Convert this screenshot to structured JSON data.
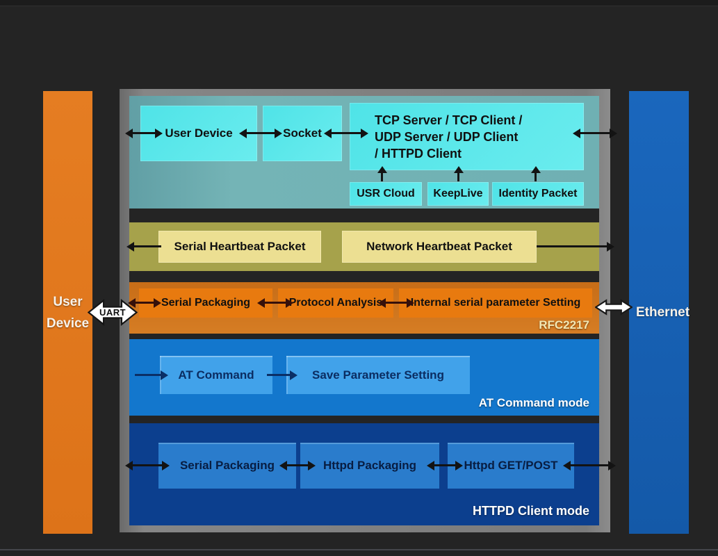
{
  "left_bar": {
    "line1": "User",
    "line2": "Device"
  },
  "right_bar": {
    "label": "Ethernet"
  },
  "uart": {
    "label": "UART"
  },
  "socket_layer": {
    "user_device": "User Device",
    "socket": "Socket",
    "tcp_line1": "TCP Server / TCP Client /",
    "tcp_line2": "UDP Server / UDP Client",
    "tcp_line3": "/ HTTPD Client",
    "usr_cloud": "USR Cloud",
    "keeplive": "KeepLive",
    "identity_packet": "Identity Packet"
  },
  "heartbeat_layer": {
    "serial": "Serial Heartbeat Packet",
    "network": "Network Heartbeat Packet"
  },
  "rfc_layer": {
    "serial_packaging": "Serial Packaging",
    "protocol_analysis": "Protocol Analysis",
    "internal_setting": "Internal serial parameter Setting",
    "mode_label": "RFC2217"
  },
  "at_layer": {
    "at_command": "AT Command",
    "save_setting": "Save Parameter Setting",
    "mode_label": "AT Command mode"
  },
  "httpd_layer": {
    "serial_packaging": "Serial Packaging",
    "httpd_packaging": "Httpd Packaging",
    "httpd_getpost": "Httpd GET/POST",
    "mode_label": "HTTPD Client mode"
  },
  "colors": {
    "background": "#242424",
    "frame_gray": "#7d7d7d",
    "left_bar_orange": "#e0771e",
    "right_bar_blue": "#1560b4",
    "socket_band_teal": "#6fb0b3",
    "socket_box_cyan": "#59e6e9",
    "heartbeat_band_olive": "#a6a24b",
    "heartbeat_box_yellow": "#ecdf92",
    "rfc_band_orange": "#cf7a22",
    "rfc_box_orange": "#e87a0f",
    "at_band_blue": "#1377cd",
    "at_box_blue": "#41a2ea",
    "httpd_band_navy": "#0c3f8e",
    "httpd_box_blue": "#2a7ccc",
    "rfc_label_cream": "#f3e8b4"
  }
}
